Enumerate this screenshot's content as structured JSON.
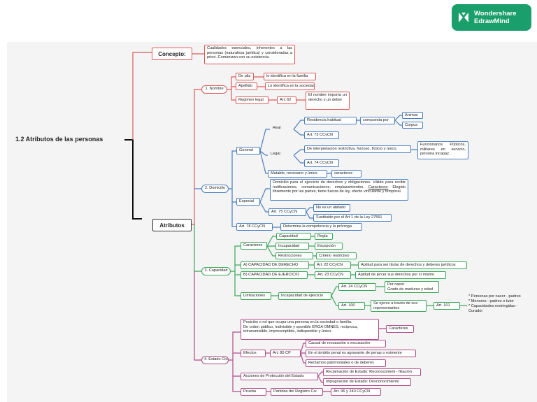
{
  "brand": {
    "line1": "Wondershare",
    "line2": "EdrawMind"
  },
  "colors": {
    "red": "#e05a5a",
    "blue": "#4a7ec0",
    "green": "#3aa85a",
    "purple": "#b04a8a",
    "root": "#111111"
  },
  "root": "1.2 Atributos de las personas",
  "concepto": {
    "label": "Concepto:",
    "text": "Cualidades esenciales, inherentes a las personas (naturaleza jurídica) y consideradas a priori. Comienzan con su existencia."
  },
  "atributos": "Atributos",
  "nombre": {
    "label": "1. Nombre",
    "de_pila": "De pila",
    "de_pila_d": "lo identifica en la familia",
    "apellido": "Apellido",
    "apellido_d": "Lo identifica en la sociedad",
    "regimen": "Regimen legal",
    "art62": "Art. 62",
    "art62_d": "El nombre importa un derecho y un deber"
  },
  "domicilio": {
    "label": "2. Domicilio",
    "general": "General",
    "real": "Real",
    "residencia": "Residencia habitual",
    "compuesta": "compuesta por",
    "animus": "Animus",
    "corpus": "Corpus",
    "art73": "Art. 73 CCyCN",
    "legal": "Legal",
    "interpretacion": "De interpretación restrictiva, forzoso, ficticio y único.",
    "funcionarios": "Funcionarios Públicos, militares en servicio, persona incapaz.",
    "art74": "Art. 74 CCyCN",
    "mutable": "Mutable, necesario y único.",
    "caracteres": "caracteres",
    "especial": "Especial",
    "especial_d": "Domicilio para el ejercicio de derechos y obligaciones. Válido para recibir notificaciones, comunicaciones, emplazamientos.",
    "especial_car_label": "Caracteres:",
    "especial_car": " Elegido libremente por las partes, tiene fuerza de ley, efecto vinculante y temporal.",
    "art75": "Art. 75 CCyCN",
    "no_abitado": "No es un abitado",
    "sustituido": "Sustituido por el Art 1 de la Ley 27551",
    "art78": "Art. 78 CCyCN",
    "competencia": "Determina la competencia y la prórroga"
  },
  "capacidad": {
    "label": "3. Capacidad",
    "caracteres": "Caracteres",
    "cap": "Capacidad",
    "regla": "Regla",
    "incapacidad": "Incapacidad",
    "excepcion": "Excepción",
    "restricciones": "Restricciones",
    "criterio": "Criterio restrictivo",
    "derecho": "A) CAPACIDAD DE DERECHO",
    "art22": "Art. 22 CCyCN",
    "art22_d": "Aptitud para ser titular de derechos y deberes jurídicos",
    "ejercicio": "B) CAPACIDAD DE EJERCICIO",
    "art23": "Art. 23 CCyCN",
    "art23_d": "Aptitud de jercer sus derechos por sí mismo",
    "limitaciones": "Limitaciones",
    "incap_ejercicio": "Incapacidad de ejercicio",
    "art24": "Art. 24 CCyCN",
    "art24_d": "Por nacer\nGrado de madurez y edad",
    "art100": "Art. 100",
    "art100_d": "Se ejerce a través de sus representantes",
    "art101": "Art. 101",
    "art101_d": "* Personas por nacer - padres\n* Menores - padres o tutor\n* Capacidades restringidas - Curador"
  },
  "estado": {
    "label": "4. Estado Civil",
    "posicion": "Posición o rol que ocupa una persona en la sociedad o familia.\nDe orden público, indivisible y oponible ERGA OMNES, recíproca, intransmisible, imprescriptible, indisponible y único.",
    "caracteres": "Caracteres",
    "efectos": "Efectos",
    "art80": "Art. 80 CP",
    "causal": "Causal de recusación o excusación",
    "agravante": "En el ámbito penal es agravante de penas o eximente",
    "reclamos": "Reclamos patrimoniales o de deberes",
    "acciones": "Acciones de Protección del Estado",
    "reclamacion": "Reclamación de Estado: Reconocimient - filiación",
    "impugnacion": "Impugnación de Estado: Desconocimiento",
    "prueba": "Prueba",
    "partidas": "Partidas del Registro Civ.",
    "art96": "Art. 96 y 240 CCyCN"
  }
}
